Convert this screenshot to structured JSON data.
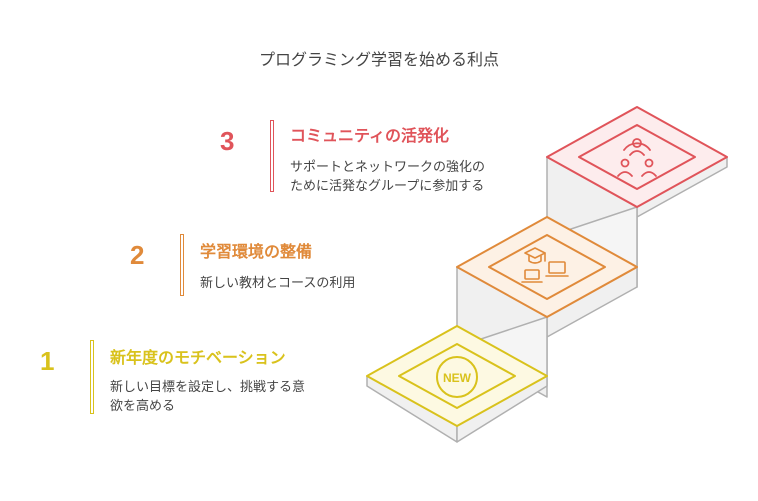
{
  "title": "プログラミング学習を始める利点",
  "colors": {
    "step1": "#d9c21c",
    "step2": "#e08a3a",
    "step3": "#e0545a",
    "side": "#f0f0f0",
    "outline": "#b0b0b0"
  },
  "steps": [
    {
      "number": "1",
      "title": "新年度のモチベーション",
      "desc_lines": [
        "新しい目標を設定し、挑戦する意",
        "欲を高める"
      ],
      "icon": "new-badge-icon",
      "icon_text": "NEW"
    },
    {
      "number": "2",
      "title": "学習環境の整備",
      "desc_lines": [
        "新しい教材とコースの利用"
      ],
      "icon": "graduation-laptop-icon"
    },
    {
      "number": "3",
      "title": "コミュニティの活発化",
      "desc_lines": [
        "サポートとネットワークの強化の",
        "ために活発なグループに参加する"
      ],
      "icon": "community-icon"
    }
  ]
}
